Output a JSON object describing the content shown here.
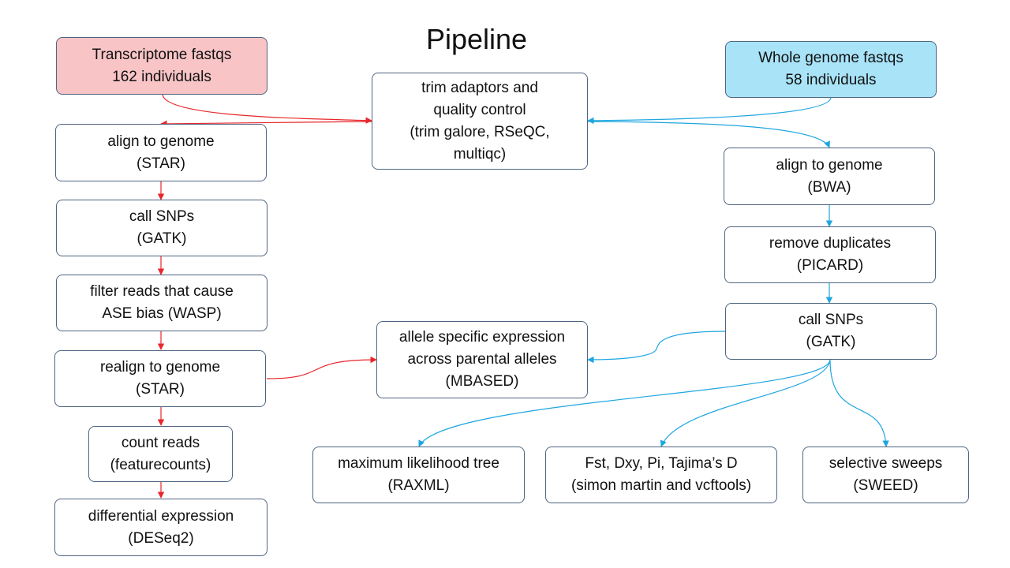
{
  "title": "Pipeline",
  "colors": {
    "transcriptome_fill": "#f8c4c6",
    "genome_fill": "#a9e3f8",
    "red_arrow": "#e8262b",
    "blue_arrow": "#1ea6df",
    "box_border": "#4f6580"
  },
  "boxes": {
    "transcriptome": {
      "line1": "Transcriptome fastqs",
      "line2": "162 individuals"
    },
    "genome": {
      "line1": "Whole genome fastqs",
      "line2": "58 individuals"
    },
    "trim": {
      "line1": "trim adaptors and",
      "line2": "quality control",
      "line3": "(trim galore, RSeQC,",
      "line4": "multiqc)"
    },
    "align_star": {
      "line1": "align to genome",
      "line2": "(STAR)"
    },
    "call_snps_left": {
      "line1": "call SNPs",
      "line2": "(GATK)"
    },
    "filter": {
      "line1": "filter reads that cause",
      "line2": "ASE bias (WASP)"
    },
    "realign": {
      "line1": "realign to genome",
      "line2": "(STAR)"
    },
    "count": {
      "line1": "count reads",
      "line2": "(featurecounts)"
    },
    "diff_expr": {
      "line1": "differential expression",
      "line2": "(DESeq2)"
    },
    "align_bwa": {
      "line1": "align to genome",
      "line2": "(BWA)"
    },
    "remove_dup": {
      "line1": "remove duplicates",
      "line2": "(PICARD)"
    },
    "call_snps_right": {
      "line1": "call SNPs",
      "line2": "(GATK)"
    },
    "ase": {
      "line1": "allele specific expression",
      "line2": "across parental alleles",
      "line3": "(MBASED)"
    },
    "ml_tree": {
      "line1": "maximum likelihood tree",
      "line2": "(RAXML)"
    },
    "fst": {
      "line1": "Fst, Dxy, Pi, Tajima’s D",
      "line2": "(simon martin and vcftools)"
    },
    "sweeps": {
      "line1": "selective sweeps",
      "line2": "(SWEED)"
    }
  }
}
